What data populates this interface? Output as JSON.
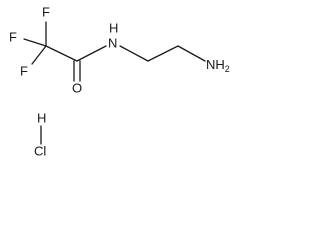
{
  "molecule": {
    "atoms": {
      "f_top": "F",
      "f_left": "F",
      "f_bottom": "F",
      "n_amide": "N",
      "h_amide": "H",
      "o": "O",
      "n_amine": "NH",
      "n_amine_sub": "2"
    },
    "salt": {
      "h": "H",
      "cl": "Cl"
    }
  }
}
